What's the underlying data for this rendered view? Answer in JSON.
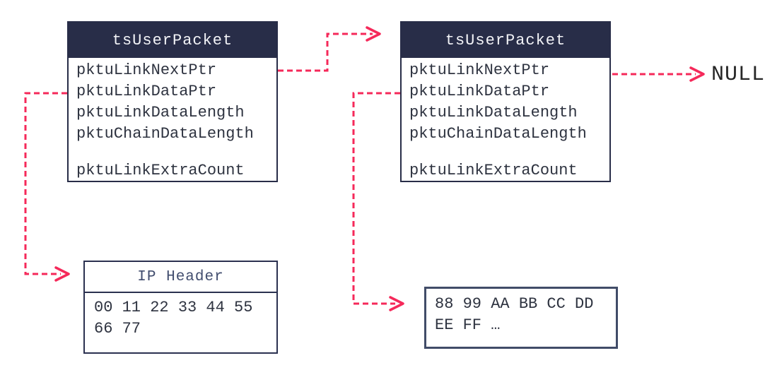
{
  "colors": {
    "arrow": "#f5295a",
    "packet_header_bg": "#282d48",
    "packet_header_text": "#f2f3f7",
    "packet_border": "#282d48",
    "field_text": "#2e3340",
    "ip_border": "#2b3150",
    "ip_title_text": "#414d6e",
    "hex_text": "#2e3340",
    "hex_box_border": "#414c68",
    "null_text": "#262626",
    "background": "#ffffff"
  },
  "packet1": {
    "title": "tsUserPacket",
    "fields": [
      "pktuLinkNextPtr",
      "pktuLinkDataPtr",
      "pktuLinkDataLength",
      "pktuChainDataLength"
    ],
    "extra_field": "pktuLinkExtraCount"
  },
  "packet2": {
    "title": "tsUserPacket",
    "fields": [
      "pktuLinkNextPtr",
      "pktuLinkDataPtr",
      "pktuLinkDataLength",
      "pktuChainDataLength"
    ],
    "extra_field": "pktuLinkExtraCount"
  },
  "ip_header_box": {
    "title": "IP Header",
    "data_lines": [
      "00 11 22 33 44 55",
      "66 77"
    ]
  },
  "data_box": {
    "data_lines": [
      "88 99 AA BB CC DD",
      "EE FF …"
    ]
  },
  "null_label": "NULL"
}
